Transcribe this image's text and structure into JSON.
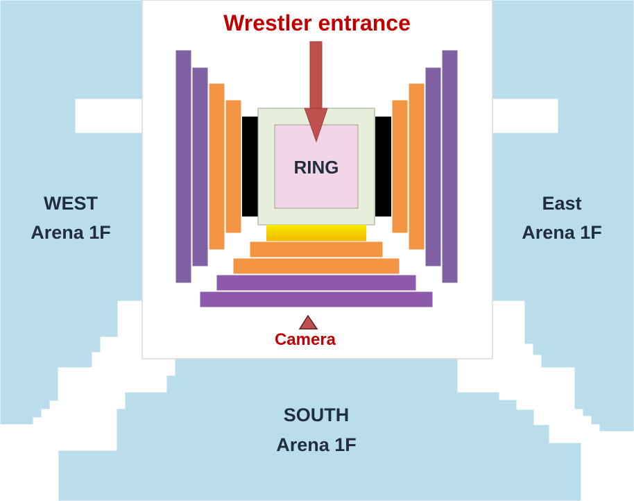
{
  "title": "Wrestler entrance",
  "ring": {
    "label": "RING"
  },
  "camera": {
    "label": "Camera"
  },
  "sections": {
    "west": {
      "name": "WEST",
      "floor": "Arena 1F"
    },
    "east": {
      "name": "East",
      "floor": "Arena 1F"
    },
    "south": {
      "name": "SOUTH",
      "floor": "Arena 1F"
    }
  },
  "colors": {
    "stands": "#b9ddeb",
    "ring_outer": "#e6efd9",
    "ring_inner": "#f2d6e7",
    "purple_seats": "#8060a4",
    "purple_seats_south": "#8e58ab",
    "orange_seats": "#f39443",
    "ringside_black": "#000000",
    "apron_yellow": "#f7d117",
    "entrance_arrow": "#c0504d",
    "camera_marker": "#c0504d",
    "title_red": "#c00000",
    "label_navy": "#1f2d3d"
  }
}
